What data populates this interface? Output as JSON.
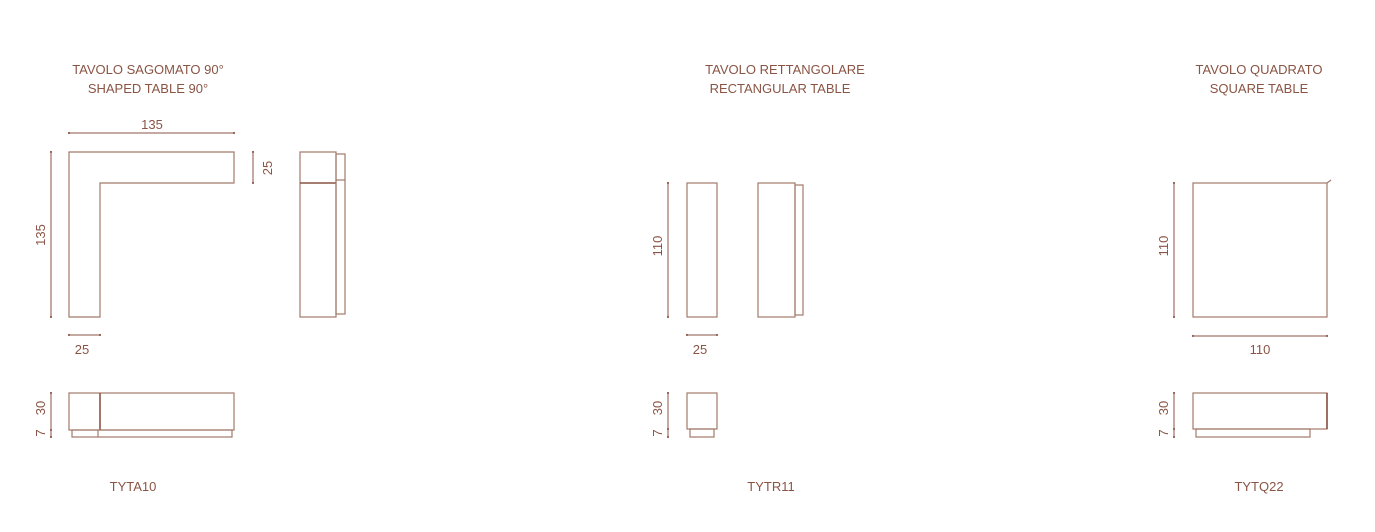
{
  "tables": [
    {
      "title_it": "TAVOLO SAGOMATO 90°",
      "title_en": "SHAPED TABLE 90°",
      "dims": {
        "width": "135",
        "depth": "135",
        "arm_depth": "25",
        "arm_width": "25",
        "height": "30",
        "base": "7"
      },
      "code": "TYTA10"
    },
    {
      "title_it": "TAVOLO RETTANGOLARE",
      "title_en": "RECTANGULAR TABLE",
      "dims": {
        "length": "110",
        "width": "25",
        "height": "30",
        "base": "7"
      },
      "code": "TYTR11"
    },
    {
      "title_it": "TAVOLO QUADRATO",
      "title_en": "SQUARE TABLE",
      "dims": {
        "length": "110",
        "width": "110",
        "height": "30",
        "base": "7"
      },
      "code": "TYTQ22"
    }
  ],
  "colors": {
    "ink": "#8a5444",
    "line": "#a27a6c"
  }
}
